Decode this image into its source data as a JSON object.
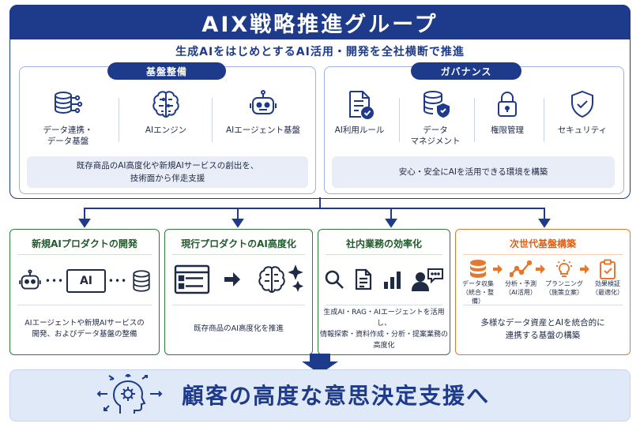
{
  "header": {
    "title": "AIX戦略推進グループ",
    "subtitle": "生成AIをはじめとするAI活用・開発を全社横断で推進"
  },
  "infrastructure": {
    "label": "基盤整備",
    "items": [
      {
        "label": "データ連携・\nデータ基盤",
        "icon": "database-network-icon"
      },
      {
        "label": "AIエンジン",
        "icon": "brain-circuit-icon"
      },
      {
        "label": "AIエージェント基盤",
        "icon": "robot-icon"
      }
    ],
    "description": "既存商品のAI高度化や新規AIサービスの創出を、\n技術面から伴走支援"
  },
  "governance": {
    "label": "ガバナンス",
    "items": [
      {
        "label": "AI利用ルール",
        "icon": "document-check-icon"
      },
      {
        "label": "データ\nマネジメント",
        "icon": "database-shield-icon"
      },
      {
        "label": "権限管理",
        "icon": "lock-icon"
      },
      {
        "label": "セキュリティ",
        "icon": "shield-check-icon"
      }
    ],
    "description": "安心・安全にAIを活用できる環境を構築"
  },
  "cards": [
    {
      "title": "新規AIプロダクトの開発",
      "ai_label": "AI",
      "text": "AIエージェントや新規AIサービスの\n開発、およびデータ基盤の整備"
    },
    {
      "title": "現行プロダクトのAI高度化",
      "text": "既存商品のAI高度化を推進"
    },
    {
      "title": "社内業務の効率化",
      "text": "生成AI・RAG・AIエージェントを活用し、\n情報探索・資料作成・分析・提案業務の\n高度化"
    },
    {
      "title": "次世代基盤構築",
      "steps": [
        "データ収集\n（統合・整備）",
        "分析・予測\n（AI活用）",
        "プランニング\n（施策立案）",
        "効果検証\n（最適化）"
      ],
      "text": "多様なデータ資産とAIを統合的に\n連携する基盤の構築"
    }
  ],
  "footer": {
    "text": "顧客の高度な意思決定支援へ"
  },
  "colors": {
    "navy": "#1e3a8a",
    "green": "#2f7a3a",
    "orange": "#e8772e",
    "light_blue": "#dfe9f7"
  }
}
